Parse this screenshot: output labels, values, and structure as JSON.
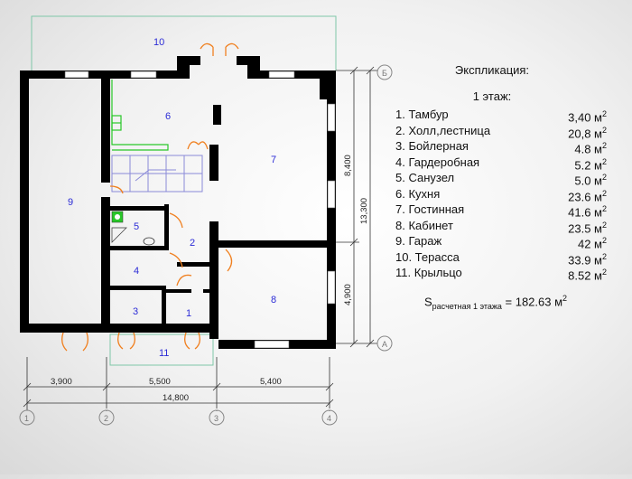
{
  "legend": {
    "title": "Экспликация:",
    "floor": "1 этаж:",
    "items": [
      {
        "name": "1. Тамбур",
        "area": "3,40 м",
        "exp": "2"
      },
      {
        "name": "2. Холл,лестница",
        "area": "20,8 м",
        "exp": "2"
      },
      {
        "name": "3. Бойлерная",
        "area": "4.8 м",
        "exp": "2"
      },
      {
        "name": "4. Гардеробная",
        "area": "5.2 м",
        "exp": "2"
      },
      {
        "name": "5. Санузел",
        "area": "5.0 м",
        "exp": "2"
      },
      {
        "name": "6. Кухня",
        "area": "23.6 м",
        "exp": "2"
      },
      {
        "name": "7. Гостинная",
        "area": "41.6 м",
        "exp": "2"
      },
      {
        "name": "8. Кабинет",
        "area": "23.5 м",
        "exp": "2"
      },
      {
        "name": "9. Гараж",
        "area": "42 м",
        "exp": "2"
      },
      {
        "name": "10. Терасса",
        "area": "33.9 м",
        "exp": "2"
      },
      {
        "name": "11. Крыльцо",
        "area": "8.52 м",
        "exp": "2"
      }
    ],
    "total": {
      "s": "S",
      "sub": "расчетная 1 этажа",
      "value": " = 182.63 м",
      "exp": "2"
    }
  },
  "rooms": [
    "1",
    "2",
    "3",
    "4",
    "5",
    "6",
    "7",
    "8",
    "9",
    "10",
    "11"
  ],
  "dimensions": {
    "bottom": [
      "3,900",
      "5,500",
      "5,400"
    ],
    "overall": "14,800",
    "right": [
      "8,400",
      "4,900"
    ],
    "right_total": "13,300"
  },
  "axes": {
    "numeric": [
      "1",
      "2",
      "3",
      "4"
    ],
    "letters": [
      "Б",
      "А"
    ]
  },
  "colors": {
    "wall": "#000000",
    "room_label": "#2b2bd6",
    "terrace_line": "#7fc7a8",
    "stair": "#8a8ad8",
    "kitchen": "#29c729"
  }
}
